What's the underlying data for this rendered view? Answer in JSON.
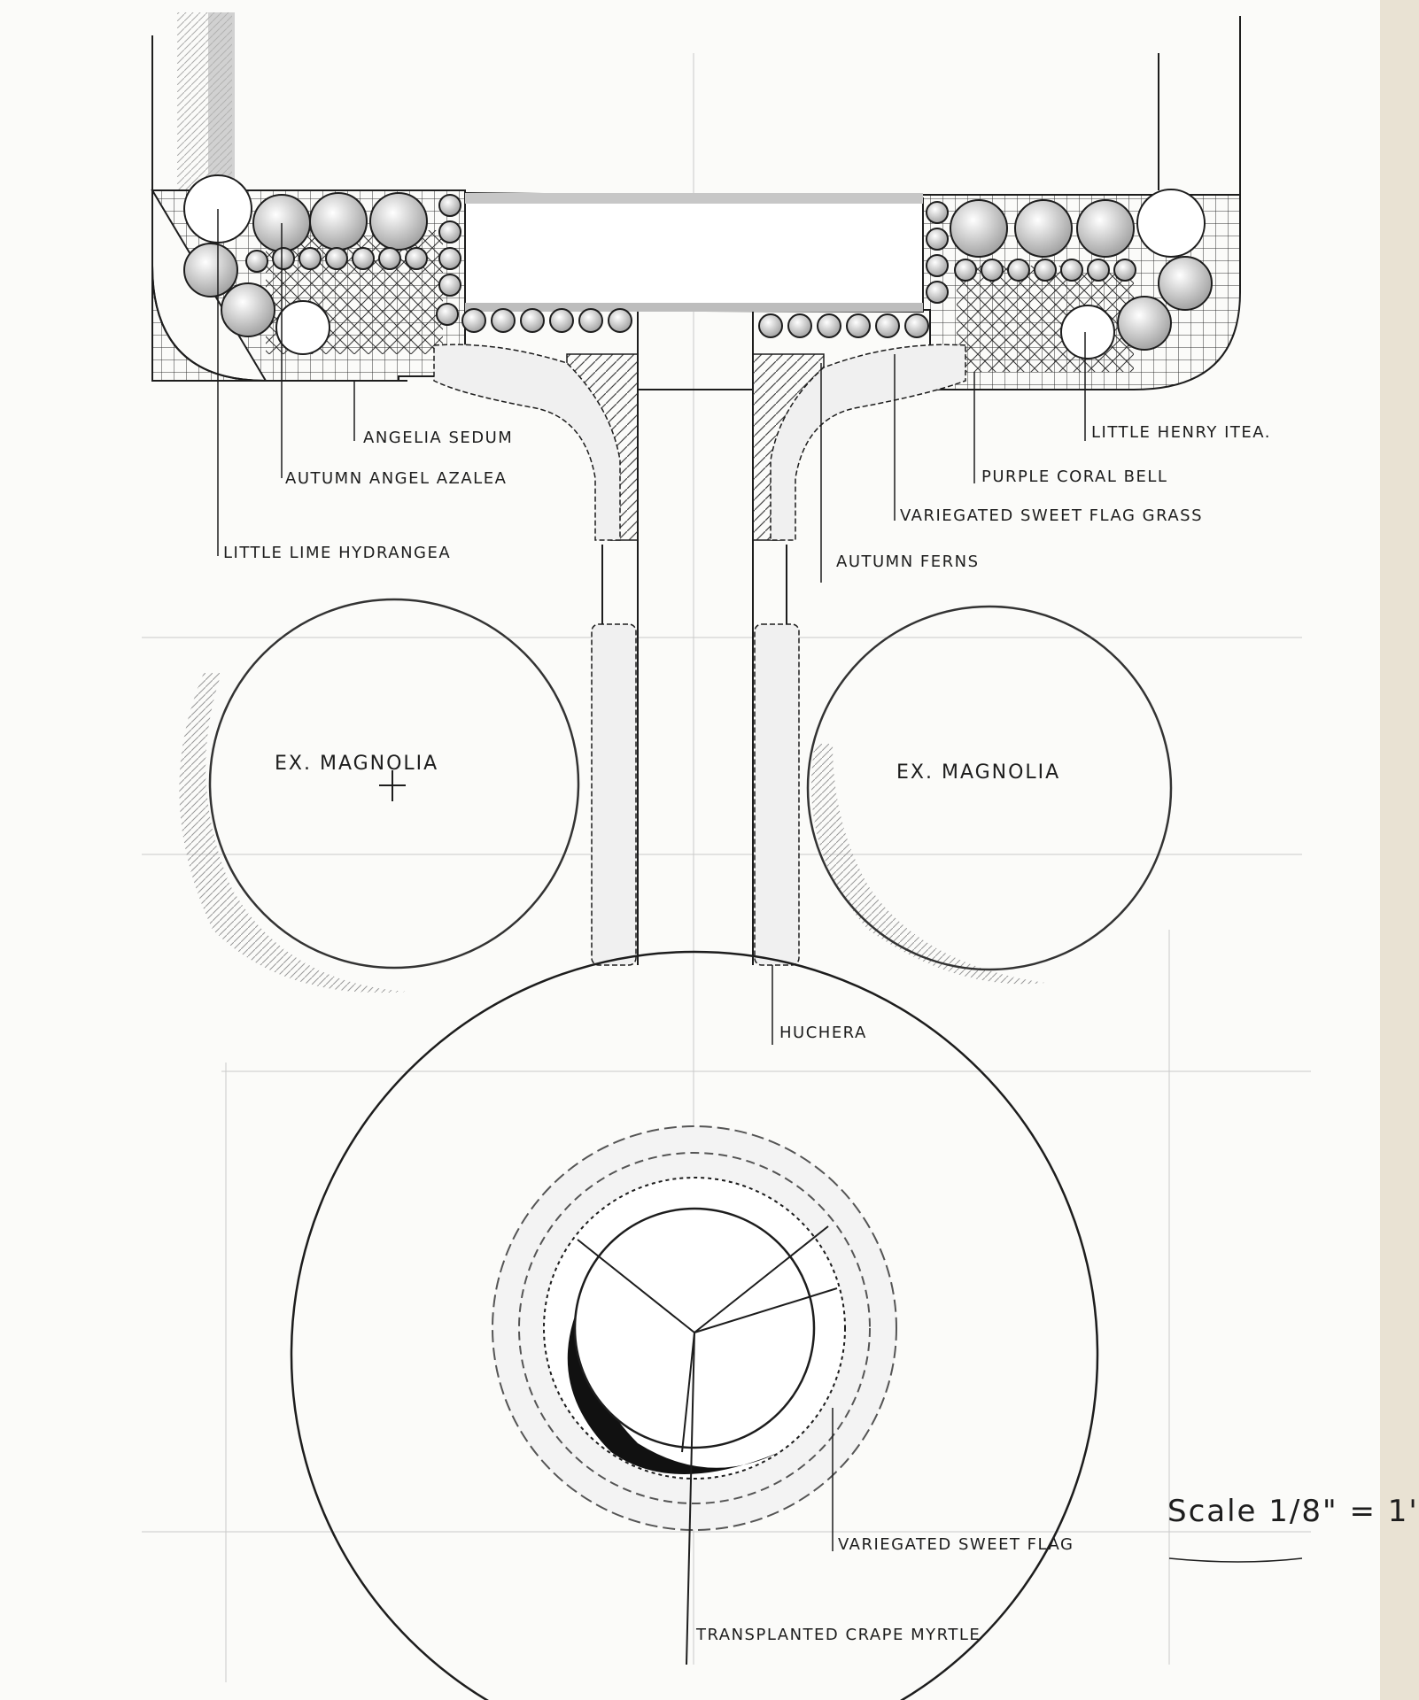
{
  "drawing": {
    "labels": {
      "angelia_sedum": "Angelia Sedum",
      "autumn_angel_azalea": "Autumn Angel Azalea",
      "little_lime_hydrangea": "Little Lime Hydrangea",
      "little_henry_itea": "Little Henry Itea.",
      "purple_coral_bell": "Purple Coral Bell",
      "variegated_sweet_flag_grass": "Variegated Sweet Flag Grass",
      "autumn_ferns": "Autumn Ferns",
      "ex_magnolia_left": "Ex. Magnolia",
      "ex_magnolia_right": "Ex. Magnolia",
      "huchera": "Huchera",
      "variegated_sweet_flag": "Variegated Sweet Flag",
      "transplanted_crape_myrtle": "Transplanted Crape Myrtle"
    },
    "scale": "Scale 1/8\" = 1'",
    "colors": {
      "paper": "#fbfbf9",
      "ink": "#1d1d1d",
      "pencil": "#8a8a8a"
    }
  }
}
